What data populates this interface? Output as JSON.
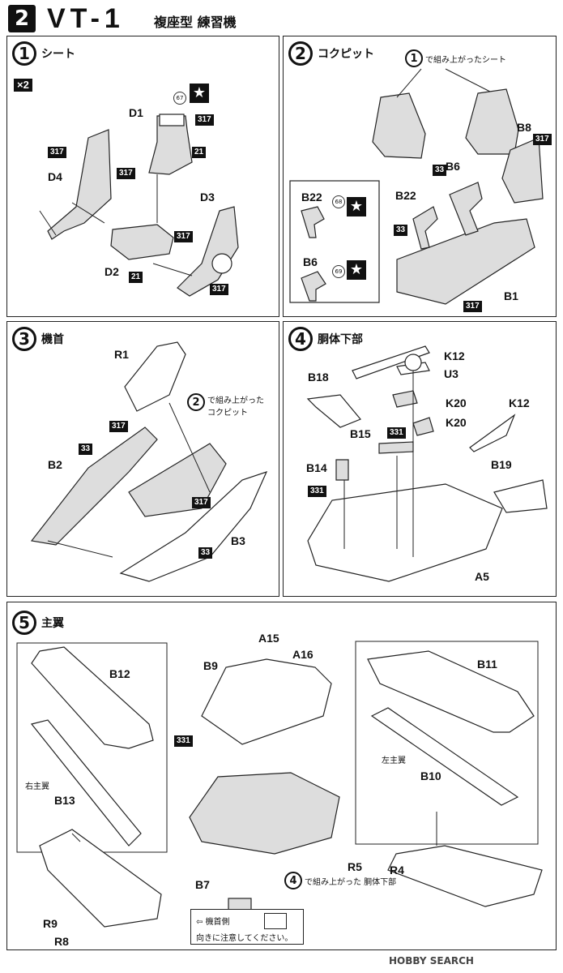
{
  "header": {
    "step_badge": "2",
    "title": "VT-1",
    "subtitle": "複座型 練習機"
  },
  "step1": {
    "num": "1",
    "title": "シート",
    "qty": "×2",
    "parts": {
      "D1": "D1",
      "D2": "D2",
      "D3": "D3",
      "D4": "D4"
    },
    "tag317": "317",
    "tag21": "21",
    "paint67": "67"
  },
  "step2": {
    "num": "2",
    "title": "コクピット",
    "note": "で組み上がったシート",
    "note_num": "1",
    "parts": {
      "B8": "B8",
      "B6": "B6",
      "B22": "B22",
      "B1": "B1"
    },
    "inset": {
      "b22": "B22",
      "b6": "B6",
      "c68": "68",
      "c69": "69"
    },
    "tag317": "317",
    "tag33": "33"
  },
  "step3": {
    "num": "3",
    "title": "機首",
    "note_num": "2",
    "note": "で組み上がった\nコクピット",
    "parts": {
      "R1": "R1",
      "B2": "B2",
      "B3": "B3"
    },
    "tag317": "317",
    "tag33": "33"
  },
  "step4": {
    "num": "4",
    "title": "胴体下部",
    "parts": {
      "K12": "K12",
      "U3": "U3",
      "B18": "B18",
      "K20": "K20",
      "B15": "B15",
      "B14": "B14",
      "B19": "B19",
      "A5": "A5"
    },
    "tag331": "331"
  },
  "step5": {
    "num": "5",
    "title": "主翼",
    "parts": {
      "A15": "A15",
      "A16": "A16",
      "B9": "B9",
      "B12": "B12",
      "B13": "B13",
      "B11": "B11",
      "B10": "B10",
      "R5": "R5",
      "R4": "R4",
      "B7": "B7",
      "R9": "R9",
      "R8": "R8"
    },
    "right_wing": "右主翼",
    "left_wing": "左主翼",
    "note_num": "4",
    "note": "で組み上がった 胴体下部",
    "caution_arrow": "機首側",
    "caution": "向きに注意してください。",
    "tag331": "331"
  },
  "footer": {
    "watermark": "HOBBY SEARCH"
  }
}
